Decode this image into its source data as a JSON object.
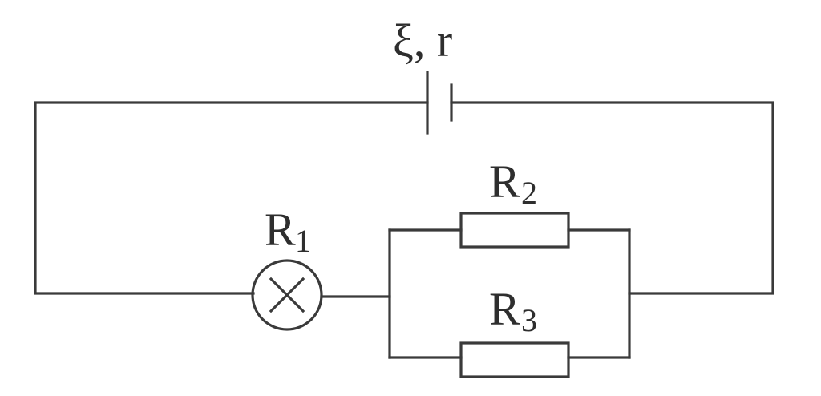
{
  "diagram": {
    "source_label": "ξ, r",
    "lamp_label": {
      "main": "R",
      "sub": "1"
    },
    "resistor_top_label": {
      "main": "R",
      "sub": "2"
    },
    "resistor_bottom_label": {
      "main": "R",
      "sub": "3"
    }
  }
}
